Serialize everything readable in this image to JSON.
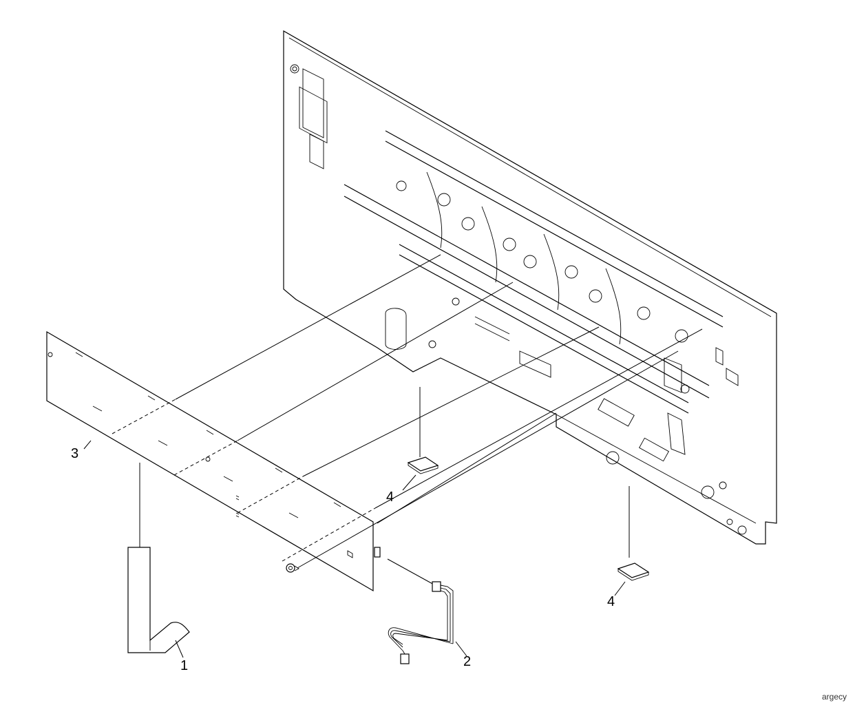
{
  "callouts": {
    "c1": "1",
    "c2": "2",
    "c3": "3",
    "c4a": "4",
    "c4b": "4"
  },
  "watermark": "argecy"
}
